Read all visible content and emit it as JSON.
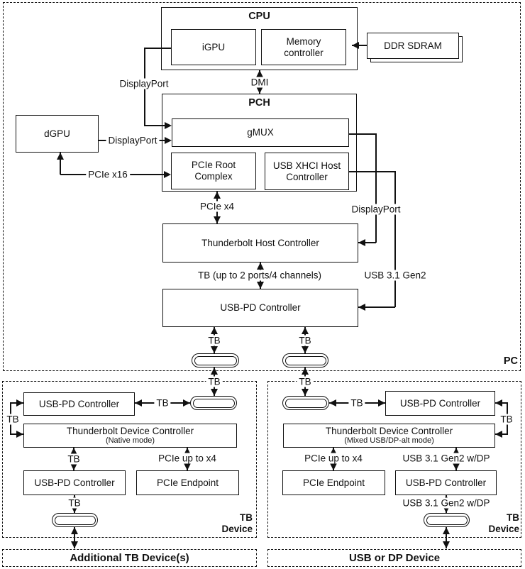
{
  "pc": {
    "label": "PC",
    "cpu": {
      "title": "CPU",
      "igpu": "iGPU",
      "memory_controller": "Memory controller"
    },
    "ddr_sdram": "DDR SDRAM",
    "dgpu": "dGPU",
    "pch": {
      "title": "PCH",
      "gmux": "gMUX",
      "pcie_root_complex": "PCIe Root Complex",
      "usb_xhci_host_controller": "USB XHCI Host Controller"
    },
    "thunderbolt_host_controller": "Thunderbolt Host Controller",
    "usb_pd_controller": "USB-PD Controller",
    "links": {
      "displayport": "DisplayPort",
      "dmi": "DMI",
      "pcie_x16": "PCIe x16",
      "pcie_x4": "PCIe x4",
      "usb_31_gen2": "USB 3.1 Gen2",
      "tb_ports": "TB (up to 2 ports/4 channels)",
      "tb": "TB"
    }
  },
  "tb_device_native": {
    "label_line1": "TB",
    "label_line2": "Device",
    "usb_pd_controller_top": "USB-PD Controller",
    "tdc_title": "Thunderbolt Device Controller",
    "tdc_mode": "(Native mode)",
    "usb_pd_controller_bottom": "USB-PD Controller",
    "pcie_endpoint": "PCIe Endpoint",
    "links": {
      "tb": "TB",
      "pcie_up_to_x4": "PCIe up to x4"
    }
  },
  "tb_device_mixed": {
    "label_line1": "TB",
    "label_line2": "Device",
    "usb_pd_controller_top": "USB-PD Controller",
    "tdc_title": "Thunderbolt Device Controller",
    "tdc_mode": "(Mixed USB/DP-alt mode)",
    "usb_pd_controller_bottom": "USB-PD Controller",
    "pcie_endpoint": "PCIe Endpoint",
    "links": {
      "tb": "TB",
      "pcie_up_to_x4": "PCIe up to x4",
      "usb_31_gen2_wdp": "USB 3.1 Gen2 w/DP"
    }
  },
  "additional_tb_devices": {
    "label": "Additional TB Device(s)"
  },
  "usb_or_dp_device": {
    "label": "USB or DP Device"
  }
}
